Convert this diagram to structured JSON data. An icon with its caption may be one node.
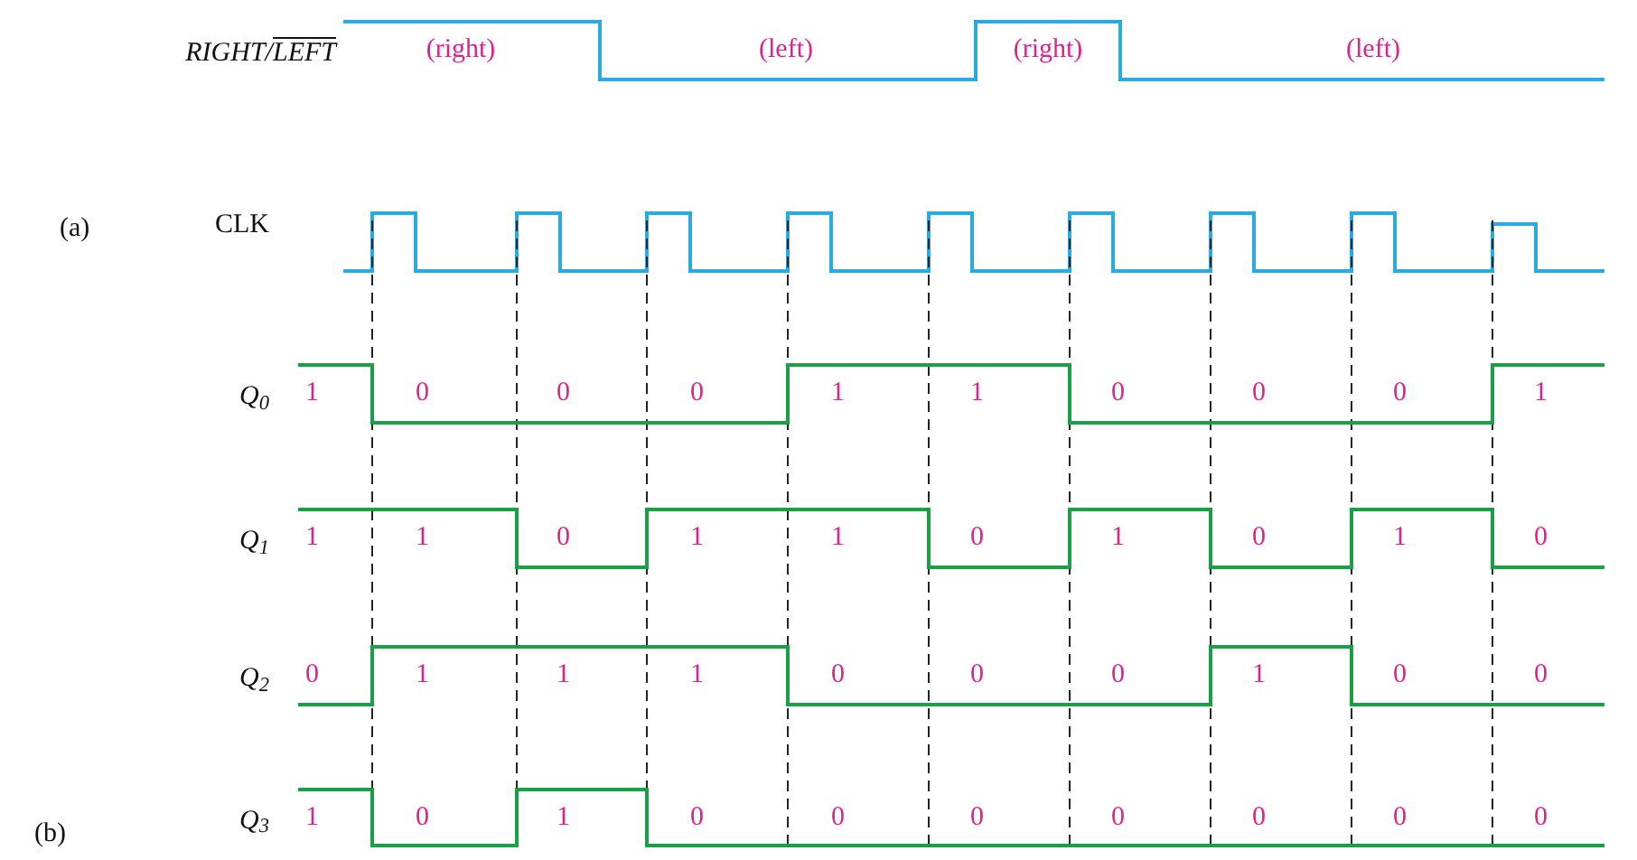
{
  "diagram": {
    "labels": [
      "RIGHT/LEFT",
      "(right)",
      "(left)",
      "(right)",
      "(left)",
      "(a)",
      "CLK",
      "Q$_{0}$",
      "1",
      "0",
      "0",
      "0",
      "1",
      "1",
      "0",
      "0",
      "0",
      "1",
      "Q$_{1}$",
      "1",
      "1",
      "0",
      "1",
      "1",
      "0",
      "1",
      "0",
      "1",
      "0",
      "Q$_{2}$",
      "0",
      "1",
      "1",
      "1",
      "0",
      "0",
      "0",
      "1",
      "0",
      "0",
      "(b)",
      "Q$_{3}$",
      "1",
      "0",
      "1",
      "0",
      "0",
      "0",
      "0",
      "0",
      "0",
      "0"
    ]
  }
}
